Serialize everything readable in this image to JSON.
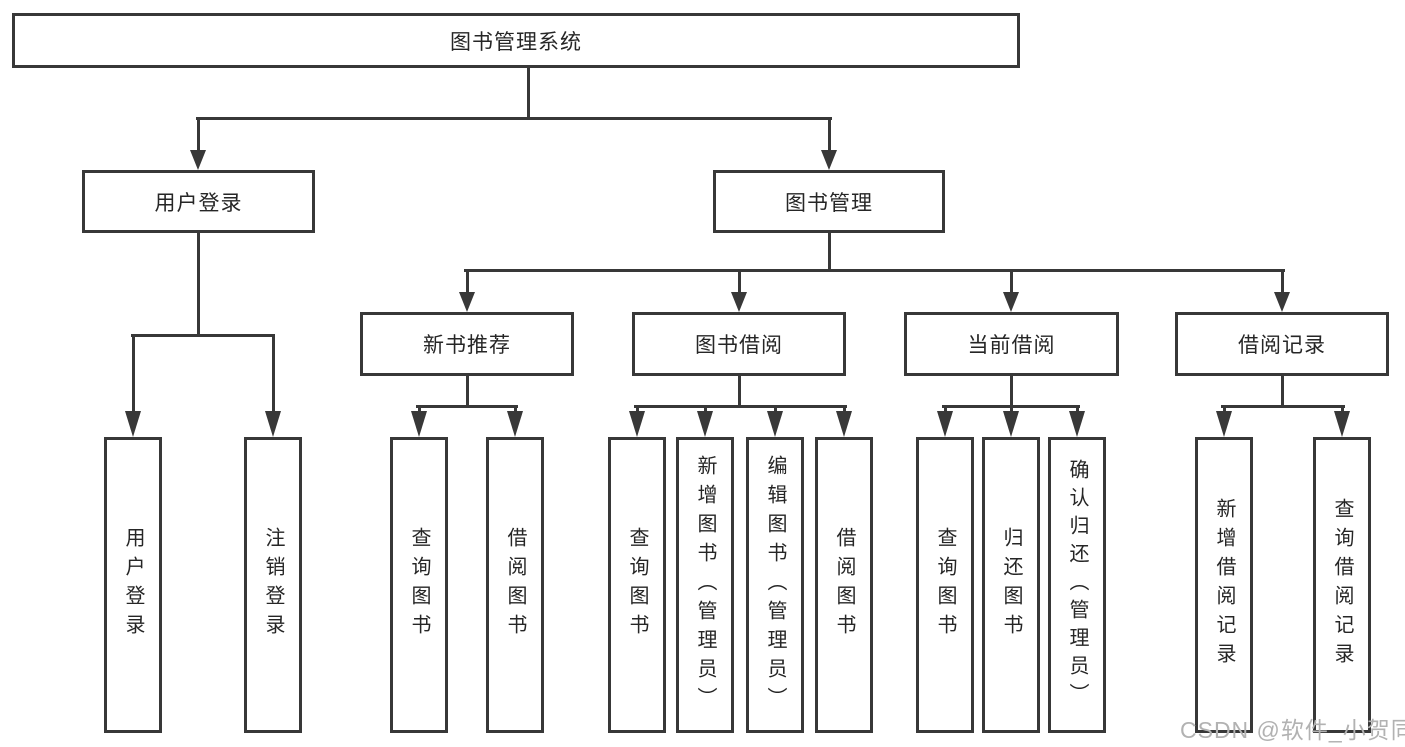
{
  "diagram": {
    "root": {
      "label": "图书管理系统"
    },
    "level2": [
      {
        "label": "用户登录"
      },
      {
        "label": "图书管理"
      }
    ],
    "level3": [
      {
        "label": "新书推荐"
      },
      {
        "label": "图书借阅"
      },
      {
        "label": "当前借阅"
      },
      {
        "label": "借阅记录"
      }
    ],
    "leaves": [
      {
        "label": "用户登录"
      },
      {
        "label": "注销登录"
      },
      {
        "label": "查询图书"
      },
      {
        "label": "借阅图书"
      },
      {
        "label": "查询图书"
      },
      {
        "label": "新增图书（管理员）"
      },
      {
        "label": "编辑图书（管理员）"
      },
      {
        "label": "借阅图书"
      },
      {
        "label": "查询图书"
      },
      {
        "label": "归还图书"
      },
      {
        "label": "确认归还（管理员）"
      },
      {
        "label": "新增借阅记录"
      },
      {
        "label": "查询借阅记录"
      }
    ]
  },
  "watermark": {
    "text": "CSDN @软件_小贺同学"
  },
  "colors": {
    "line": "#383838",
    "text": "#262626",
    "background": "#ffffff",
    "watermark": "#b2b2b2"
  }
}
